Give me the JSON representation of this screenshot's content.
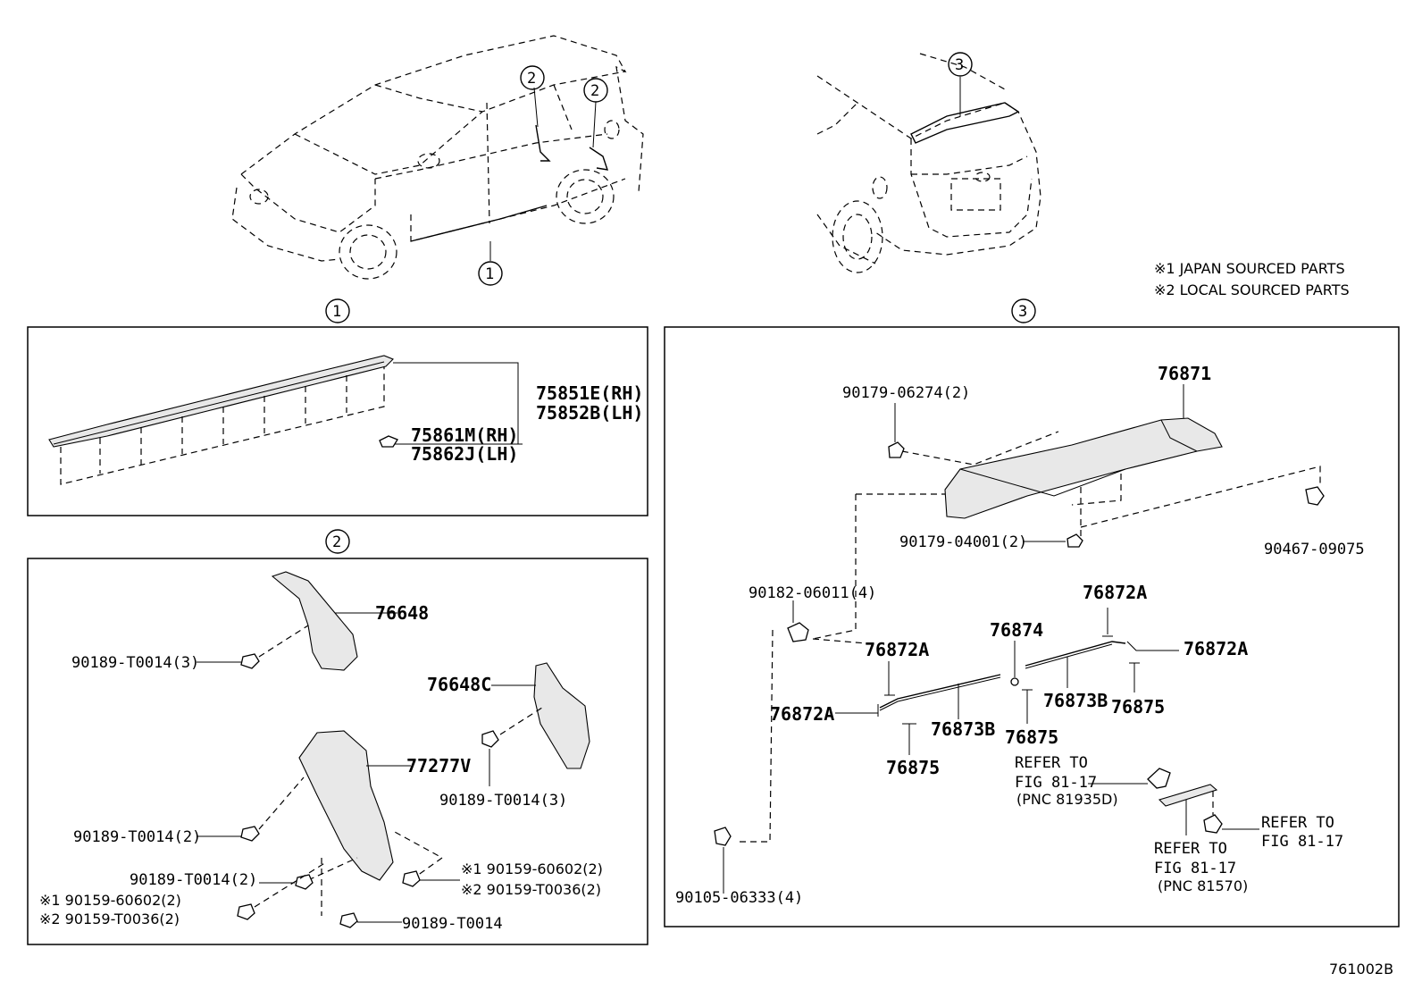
{
  "legend": {
    "note1": "※1 JAPAN SOURCED PARTS",
    "note2": "※2 LOCAL SOURCED PARTS"
  },
  "callouts": {
    "c1": "1",
    "c2": "2",
    "c3": "3"
  },
  "panel1": {
    "p1": "75851E(RH)",
    "p2": "75852B(LH)",
    "p3": "75861M(RH)",
    "p4": "75862J(LH)"
  },
  "panel2": {
    "p76648": "76648",
    "p76648c": "76648C",
    "p77277v": "77277V",
    "f1": "90189-T0014(3)",
    "f2": "90189-T0014(3)",
    "f3": "90189-T0014(2)",
    "f4": "90189-T0014(2)",
    "f5": "90189-T0014",
    "j1a": "※1 90159-60602(2)",
    "j1b": "※2 90159-T0036(2)",
    "j2a": "※1 90159-60602(2)",
    "j2b": "※2 90159-T0036(2)"
  },
  "panel3": {
    "p76871": "76871",
    "f90179a": "90179-06274(2)",
    "f90179b": "90179-04001(2)",
    "f90467": "90467-09075",
    "f90182": "90182-06011(4)",
    "f90105": "90105-06333(4)",
    "a1": "76872A",
    "a2": "76872A",
    "a3": "76872A",
    "a4": "76872A",
    "p76874": "76874",
    "b1": "76873B",
    "b2": "76873B",
    "n1": "76875",
    "n2": "76875",
    "n3": "76875",
    "ref1a": "REFER TO",
    "ref1b": "FIG 81-17",
    "ref1c": "(PNC 81935D)",
    "ref2a": "REFER TO",
    "ref2b": "FIG 81-17",
    "ref2c": "(PNC 81570)",
    "ref3a": "REFER TO",
    "ref3b": "FIG 81-17"
  },
  "figure_id": "761002B"
}
